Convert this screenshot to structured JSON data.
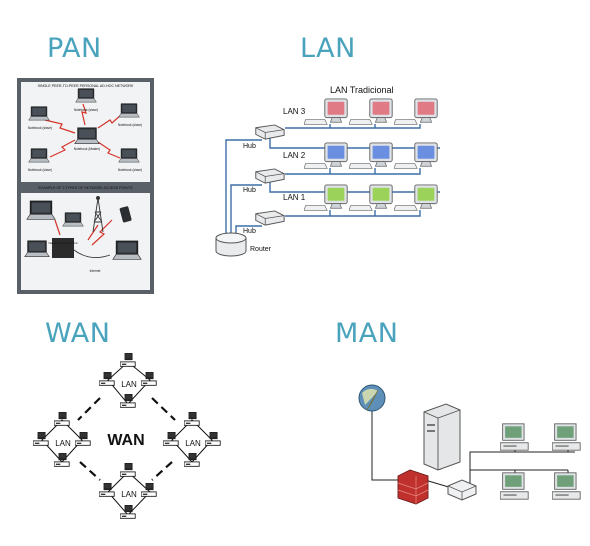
{
  "headings": {
    "pan": "PAN",
    "lan": "LAN",
    "wan": "WAN",
    "man": "MAN"
  },
  "pan": {
    "top_title": "SINGLE PEER-TO-PEER PERSONAL AD-HOC NETWORK",
    "bottom_title": "EXAMPLE OF 2 TYPES OF NETWORK ACCESS POINTS",
    "notebook_master": "Notebook (Master)",
    "notebook_slave": "Notebook (slave)",
    "access_point": "Network Access Point",
    "internet": "Internet",
    "colors": {
      "panel": "#5a6068",
      "card": "#f2f3f4",
      "link": "#d6332b"
    }
  },
  "lan": {
    "title": "LAN Tradicional",
    "rows": [
      {
        "label": "LAN 3",
        "color": "#e07b86"
      },
      {
        "label": "LAN 2",
        "color": "#6b8fe0"
      },
      {
        "label": "LAN 1",
        "color": "#9bd35a"
      }
    ],
    "hub_label": "Hub",
    "router_label": "Router",
    "cable_color": "#3f6fa8"
  },
  "wan": {
    "center_label": "WAN",
    "cluster_label": "LAN"
  },
  "man": {
    "firewall_color": "#c0312d",
    "globe_color": "#5d8fb8"
  }
}
